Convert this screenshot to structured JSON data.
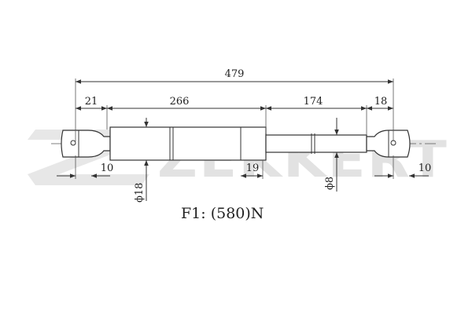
{
  "watermark": {
    "brand": "ZEKKERT"
  },
  "dimensions": {
    "total_length": "479",
    "left_end": "21",
    "cylinder": "266",
    "rod": "174",
    "right_end": "18",
    "left_eye_offset": "10",
    "cylinder_tip": "19",
    "right_eye_offset": "10",
    "cylinder_diameter": "ϕ18",
    "rod_diameter": "ϕ8"
  },
  "force_label": "F1: (580)N"
}
